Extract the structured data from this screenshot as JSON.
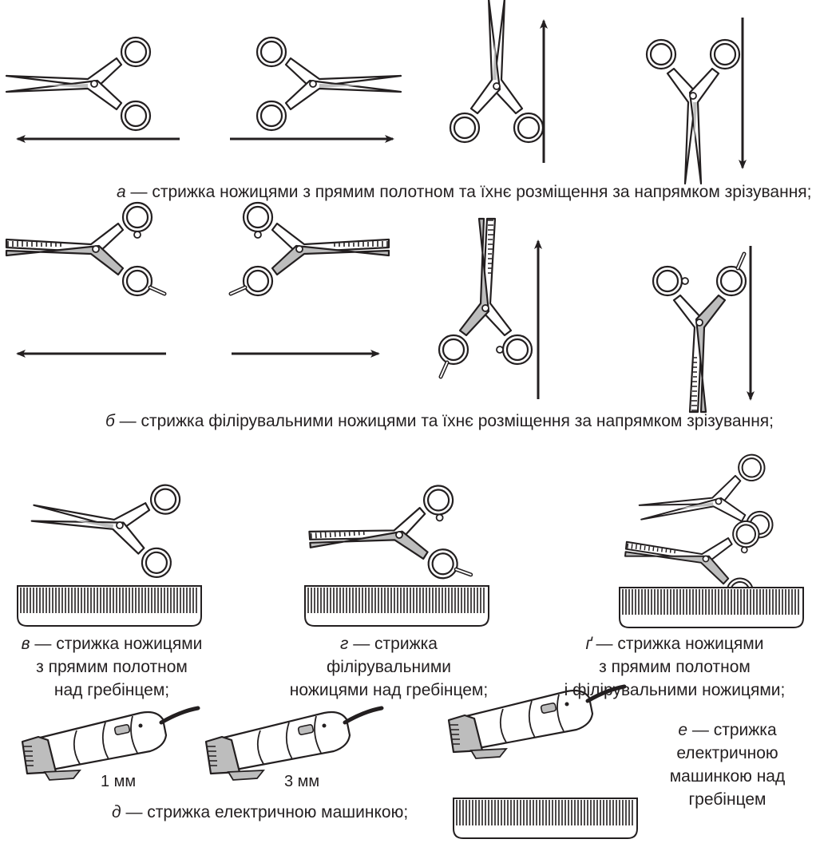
{
  "captions": {
    "a": {
      "letter": "а",
      "text": " — стрижка ножицями з прямим полотном та їхнє розміщення за напрямком зрізування;"
    },
    "b": {
      "letter": "б",
      "text": " — стрижка філірувальними ножицями та їхнє розміщення за напрямком зрізування;"
    },
    "v": {
      "letter": "в",
      "line1": " — стрижка ножицями",
      "line2": "з прямим полотном",
      "line3": "над гребінцем;"
    },
    "h": {
      "letter": "г",
      "line1": " — стрижка",
      "line2": "філірувальними",
      "line3": "ножицями над гребінцем;"
    },
    "g": {
      "letter": "ґ",
      "line1": " — стрижка ножицями",
      "line2": "з прямим полотном",
      "line3": "і філірувальними ножицями;"
    },
    "d": {
      "letter": "д",
      "text": " — стрижка електричною машинкою;"
    },
    "e": {
      "letter": "е",
      "line1": " — стрижка",
      "line2": "електричною",
      "line3": "машинкою над",
      "line4": "гребінцем"
    }
  },
  "clipper_labels": {
    "first": "1 мм",
    "second": "3 мм"
  },
  "colors": {
    "ink": "#231f20",
    "blade_shade": "#bdbdbd",
    "background": "#ffffff"
  },
  "icons": [
    "straight-scissors-icon",
    "thinning-scissors-icon",
    "comb-icon",
    "electric-clipper-icon",
    "direction-arrow-icon"
  ]
}
